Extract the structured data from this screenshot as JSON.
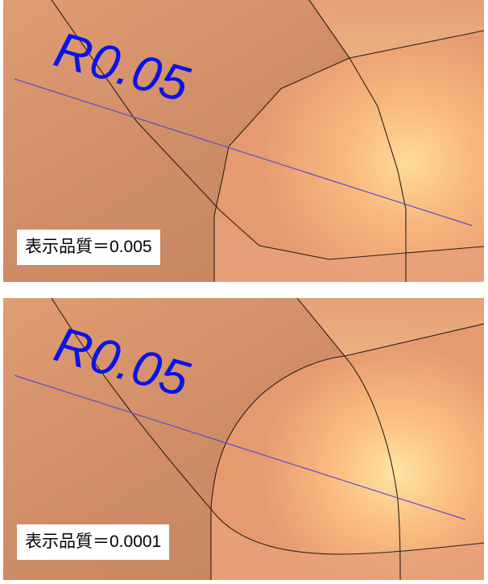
{
  "panels": [
    {
      "radius_label": "R0.05",
      "quality_label": "表示品質＝0.005"
    },
    {
      "radius_label": "R0.05",
      "quality_label": "表示品質＝0.0001"
    }
  ],
  "colors": {
    "surface_base": "#c98863",
    "surface_highlight": "#ffe09a",
    "annotation_text": "#0a14e6",
    "section_line": "#5a4fc8",
    "edge_line": "#2a2018"
  }
}
